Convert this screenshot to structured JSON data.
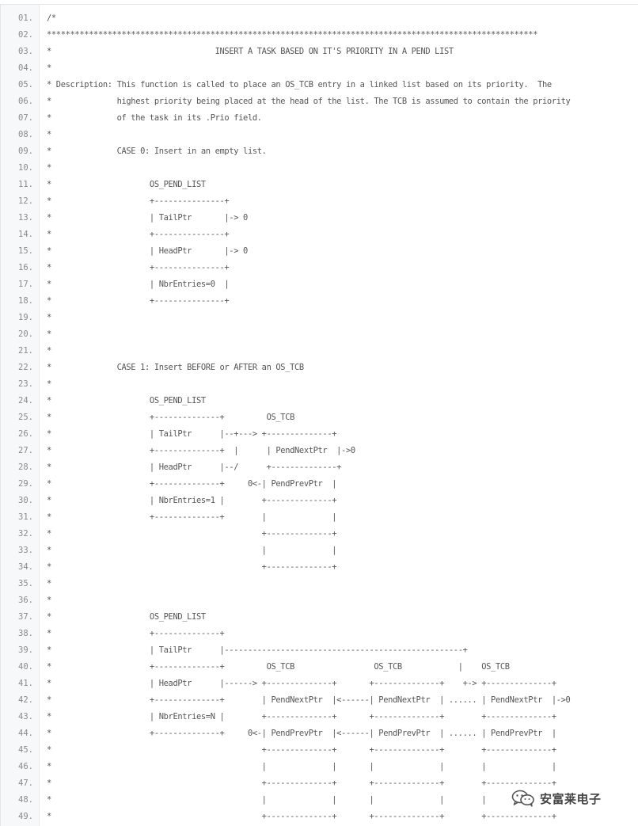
{
  "code_lines": [
    {
      "n": "01.",
      "t": "/*"
    },
    {
      "n": "02.",
      "t": "*********************************************************************************************************"
    },
    {
      "n": "03.",
      "t": "*                                   INSERT A TASK BASED ON IT'S PRIORITY IN A PEND LIST"
    },
    {
      "n": "04.",
      "t": "*"
    },
    {
      "n": "05.",
      "t": "* Description: This function is called to place an OS_TCB entry in a linked list based on its priority.  The"
    },
    {
      "n": "06.",
      "t": "*              highest priority being placed at the head of the list. The TCB is assumed to contain the priority"
    },
    {
      "n": "07.",
      "t": "*              of the task in its .Prio field."
    },
    {
      "n": "08.",
      "t": "*"
    },
    {
      "n": "09.",
      "t": "*              CASE 0: Insert in an empty list."
    },
    {
      "n": "10.",
      "t": "*"
    },
    {
      "n": "11.",
      "t": "*                     OS_PEND_LIST"
    },
    {
      "n": "12.",
      "t": "*                     +---------------+"
    },
    {
      "n": "13.",
      "t": "*                     | TailPtr       |-> 0"
    },
    {
      "n": "14.",
      "t": "*                     +---------------+"
    },
    {
      "n": "15.",
      "t": "*                     | HeadPtr       |-> 0"
    },
    {
      "n": "16.",
      "t": "*                     +---------------+"
    },
    {
      "n": "17.",
      "t": "*                     | NbrEntries=0  |"
    },
    {
      "n": "18.",
      "t": "*                     +---------------+"
    },
    {
      "n": "19.",
      "t": "*"
    },
    {
      "n": "20.",
      "t": "*"
    },
    {
      "n": "21.",
      "t": "*"
    },
    {
      "n": "22.",
      "t": "*              CASE 1: Insert BEFORE or AFTER an OS_TCB"
    },
    {
      "n": "23.",
      "t": "*"
    },
    {
      "n": "24.",
      "t": "*                     OS_PEND_LIST"
    },
    {
      "n": "25.",
      "t": "*                     +--------------+         OS_TCB"
    },
    {
      "n": "26.",
      "t": "*                     | TailPtr      |--+---> +--------------+"
    },
    {
      "n": "27.",
      "t": "*                     +--------------+  |      | PendNextPtr  |->0"
    },
    {
      "n": "28.",
      "t": "*                     | HeadPtr      |--/      +--------------+"
    },
    {
      "n": "29.",
      "t": "*                     +--------------+     0<-| PendPrevPtr  |"
    },
    {
      "n": "30.",
      "t": "*                     | NbrEntries=1 |        +--------------+"
    },
    {
      "n": "31.",
      "t": "*                     +--------------+        |              |"
    },
    {
      "n": "32.",
      "t": "*                                             +--------------+"
    },
    {
      "n": "33.",
      "t": "*                                             |              |"
    },
    {
      "n": "34.",
      "t": "*                                             +--------------+"
    },
    {
      "n": "35.",
      "t": "*"
    },
    {
      "n": "36.",
      "t": "*"
    },
    {
      "n": "37.",
      "t": "*                     OS_PEND_LIST"
    },
    {
      "n": "38.",
      "t": "*                     +--------------+"
    },
    {
      "n": "39.",
      "t": "*                     | TailPtr      |---------------------------------------------------+"
    },
    {
      "n": "40.",
      "t": "*                     +--------------+         OS_TCB                 OS_TCB            |    OS_TCB"
    },
    {
      "n": "41.",
      "t": "*                     | HeadPtr      |------> +--------------+       +--------------+    +-> +--------------+"
    },
    {
      "n": "42.",
      "t": "*                     +--------------+        | PendNextPtr  |<------| PendNextPtr  | ...... | PendNextPtr  |->0"
    },
    {
      "n": "43.",
      "t": "*                     | NbrEntries=N |        +--------------+       +--------------+        +--------------+"
    },
    {
      "n": "44.",
      "t": "*                     +--------------+     0<-| PendPrevPtr  |<------| PendPrevPtr  | ...... | PendPrevPtr  |"
    },
    {
      "n": "45.",
      "t": "*                                             +--------------+       +--------------+        +--------------+"
    },
    {
      "n": "46.",
      "t": "*                                             |              |       |              |        |              |"
    },
    {
      "n": "47.",
      "t": "*                                             +--------------+       +--------------+        +--------------+"
    },
    {
      "n": "48.",
      "t": "*                                             |              |       |              |        |              |"
    },
    {
      "n": "49.",
      "t": "*                                             +--------------+       +--------------+        +--------------+"
    }
  ],
  "watermark": {
    "icon": "wechat-icon",
    "text": "安富莱电子"
  }
}
